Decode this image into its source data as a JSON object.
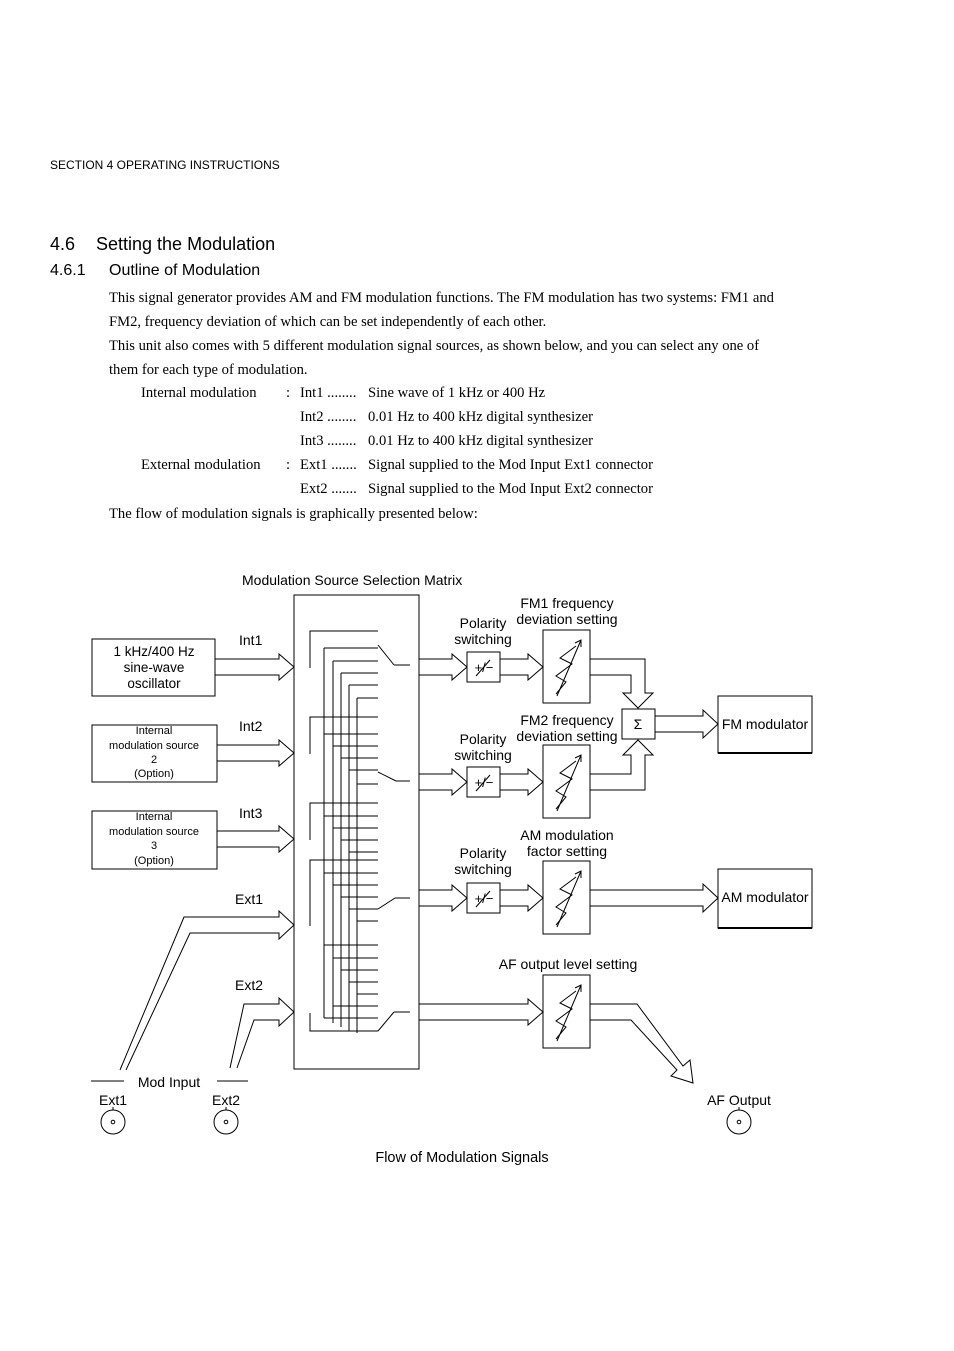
{
  "page": {
    "running_head": "SECTION 4   OPERATING INSTRUCTIONS",
    "section": {
      "number": "4.6",
      "title": "Setting the Modulation"
    },
    "subsection": {
      "number": "4.6.1",
      "title": "Outline of Modulation"
    },
    "paragraphs": [
      "This signal generator provides AM and FM modulation functions.  The FM modulation has two systems: FM1 and",
      "FM2, frequency deviation of which can be set independently of each other.",
      "This unit also comes with 5 different modulation signal sources, as shown below, and you can select any one of",
      "them for each type of modulation."
    ],
    "sources": [
      {
        "category": "Internal modulation",
        "colon": ":",
        "code": "Int1 ........",
        "desc": "Sine wave of 1 kHz or 400 Hz"
      },
      {
        "category": "",
        "colon": "",
        "code": "Int2 ........",
        "desc": "0.01 Hz to 400 kHz digital synthesizer"
      },
      {
        "category": "",
        "colon": "",
        "code": "Int3 ........",
        "desc": "0.01 Hz to 400 kHz digital synthesizer"
      },
      {
        "category": "External modulation",
        "colon": ":",
        "code": "Ext1 .......",
        "desc": "Signal supplied to the Mod Input Ext1 connector"
      },
      {
        "category": "",
        "colon": "",
        "code": "Ext2 .......",
        "desc": "Signal supplied to the Mod Input Ext2 connector"
      }
    ],
    "flow_intro": "The flow of modulation signals is graphically presented below:"
  },
  "diagram": {
    "matrix_title": "Modulation Source Selection Matrix",
    "osc_lines": [
      "1 kHz/400 Hz",
      "sine-wave",
      "oscillator"
    ],
    "int2_lines": [
      "Internal",
      "modulation source",
      "2",
      "(Option)"
    ],
    "int3_lines": [
      "Internal",
      "modulation source",
      "3",
      "(Option)"
    ],
    "input_labels": [
      "Int1",
      "Int2",
      "Int3",
      "Ext1",
      "Ext2"
    ],
    "polarity_lines": [
      "Polarity",
      "switching"
    ],
    "polarity_symbol": "+/−",
    "fm1_setting": [
      "FM1 frequency",
      "deviation setting"
    ],
    "fm2_setting": [
      "FM2 frequency",
      "deviation setting"
    ],
    "am_setting": [
      "AM modulation",
      "factor setting"
    ],
    "af_setting": "AF output level setting",
    "sum_symbol": "Σ",
    "fm_modulator": "FM modulator",
    "am_modulator": "AM modulator",
    "mod_input": "Mod Input",
    "connector_ext1": "Ext1",
    "connector_ext2": "Ext2",
    "af_output": "AF Output"
  },
  "caption": "Flow of Modulation Signals"
}
